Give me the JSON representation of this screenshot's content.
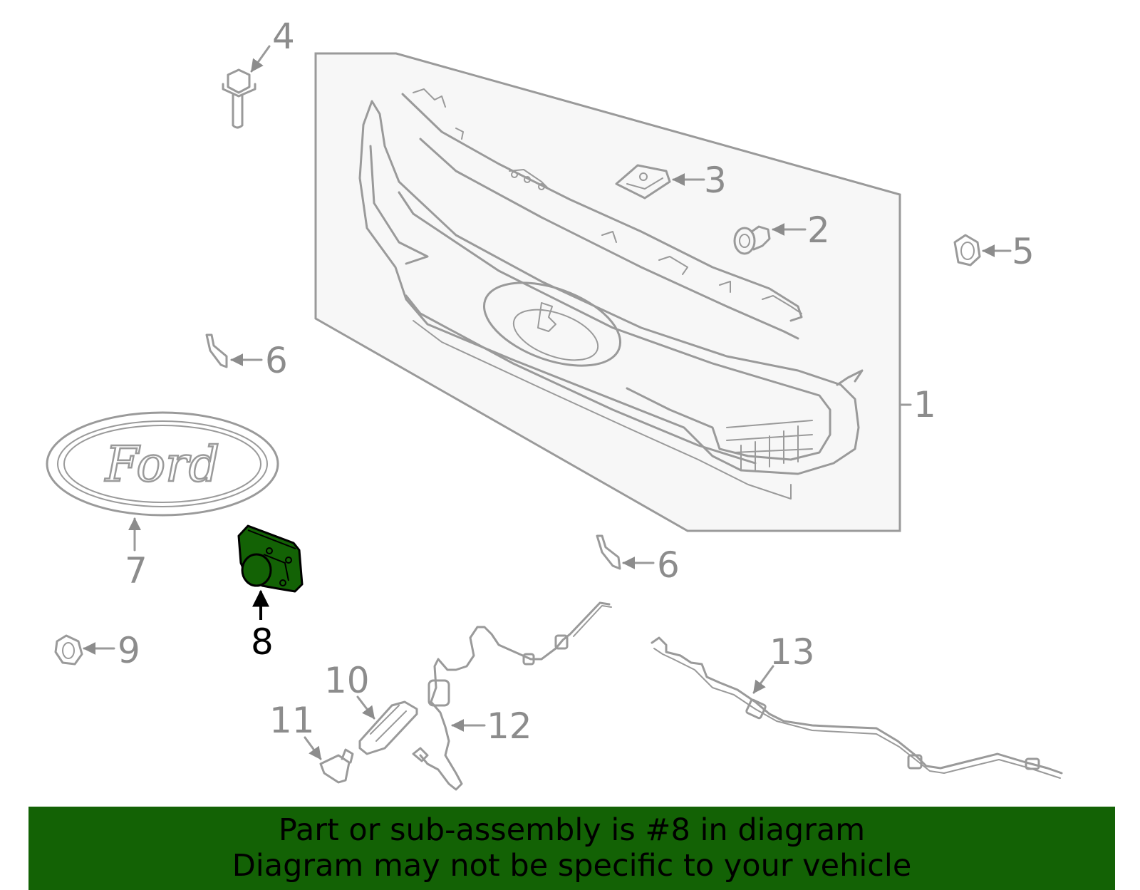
{
  "diagram": {
    "callouts": [
      "1",
      "2",
      "3",
      "4",
      "5",
      "6",
      "6",
      "7",
      "8",
      "9",
      "10",
      "11",
      "12",
      "13"
    ],
    "highlighted_callout": "8",
    "emblem_text": "Ford",
    "colors": {
      "line": "#9a9a9a",
      "panel": "#f7f7f7",
      "highlight_part": "#136205",
      "banner": "#136205"
    }
  },
  "banner": {
    "line1": "Part or sub-assembly is #8 in diagram",
    "line2": "Diagram may not be specific to your vehicle"
  }
}
